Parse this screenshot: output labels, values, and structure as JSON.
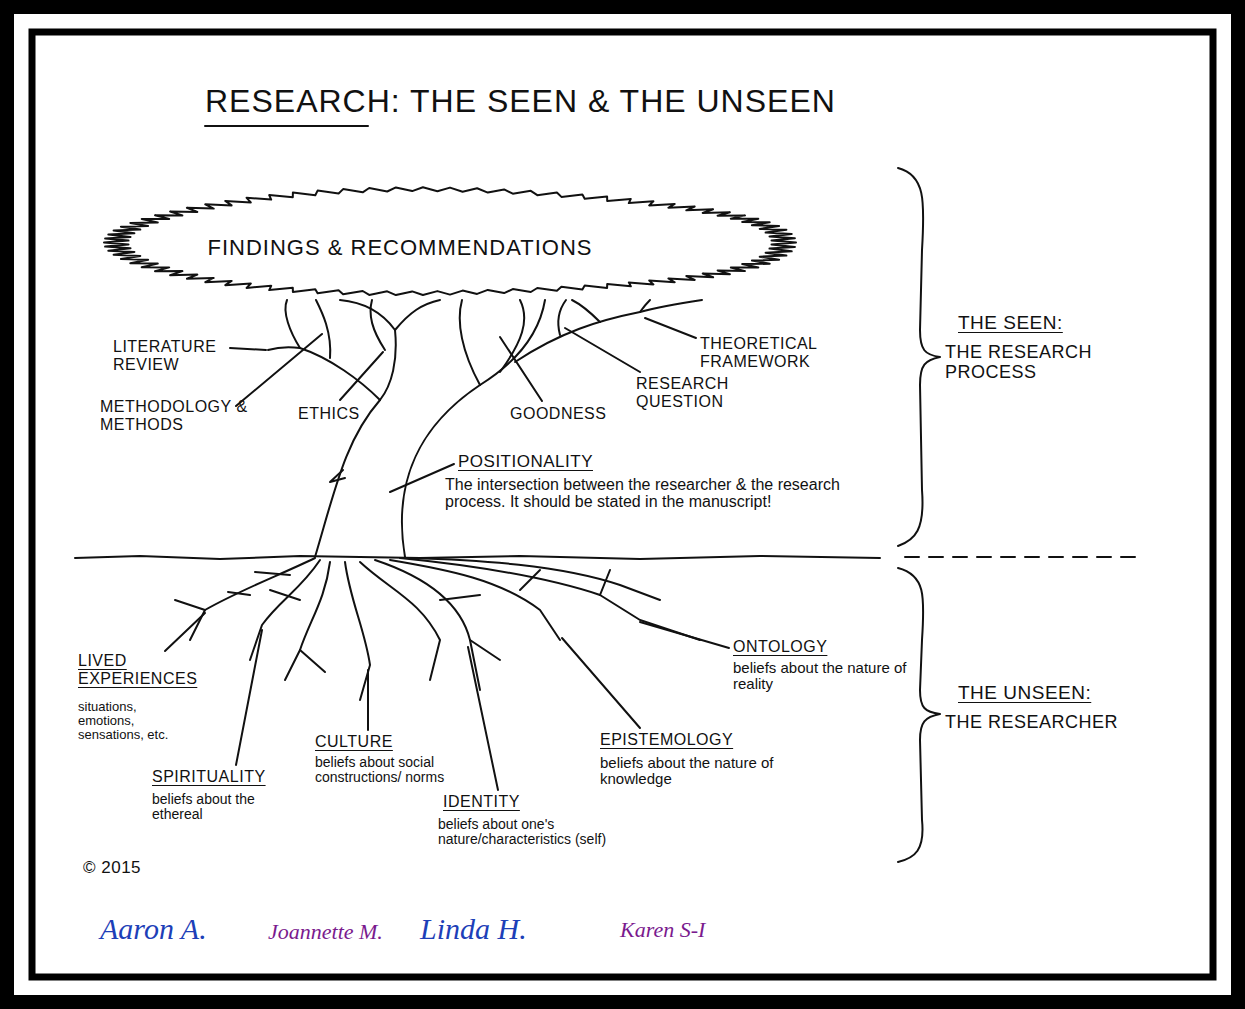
{
  "diagram": {
    "title": "RESEARCH: THE SEEN & THE UNSEEN",
    "nodes": [
      {
        "text": [
          "FINDINGS & RECOMMENDATIONS"
        ]
      }
    ],
    "labels": [
      "LITERATURE REVIEW",
      "METHODOLOGY & METHODS",
      "ETHICS",
      "GOODNESS",
      "RESEARCH QUESTION",
      "THEORETICAL FRAMEWORK",
      "POSITIONALITY",
      "The intersection between the researcher & the research process. It should be stated in the manuscript!",
      "THE SEEN:",
      "THE RESEARCH PROCESS",
      "LIVED EXPERIENCES",
      "situations, emotions, sensations, etc.",
      "SPIRITUALITY",
      "beliefs about the ethereal",
      "CULTURE",
      "beliefs about social constructions/ norms",
      "IDENTITY",
      "beliefs about one's nature/characteristics (self)",
      "EPISTEMOLOGY",
      "beliefs about the nature of knowledge",
      "ONTOLOGY",
      "beliefs about the nature of reality",
      "THE UNSEEN:",
      "THE RESEARCHER",
      "© 2015",
      "Aaron A.",
      "Joannette M.",
      "Linda H.",
      "Karen S-I"
    ]
  }
}
